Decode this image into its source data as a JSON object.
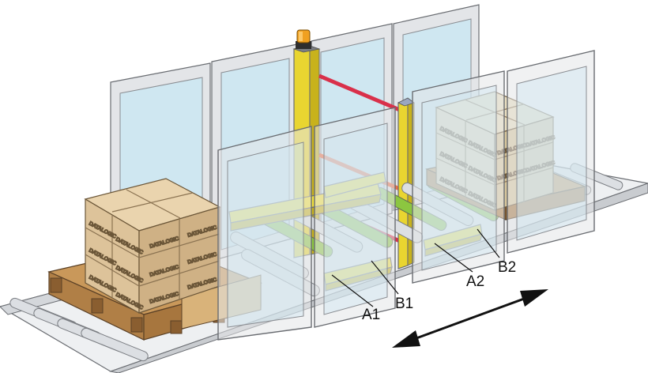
{
  "labels": {
    "a1": "A1",
    "b1": "B1",
    "a2": "A2",
    "b2": "B2"
  },
  "box_print": "DATALOGIC",
  "colors": {
    "frame": "#e3e5e8",
    "frame_outline": "#6a6d72",
    "glass": "#cfe7f1",
    "light_curtain": "#f1e03a",
    "beam_red": "#d9304a",
    "beam_orange": "#e9704a",
    "roller_green": "#8cc640",
    "roller_grey": "#dcdfe3",
    "box": "#ddc39a",
    "pallet": "#c9985a",
    "beacon": "#f0a020"
  },
  "icons": [
    "double-arrow-icon",
    "beacon-icon"
  ]
}
